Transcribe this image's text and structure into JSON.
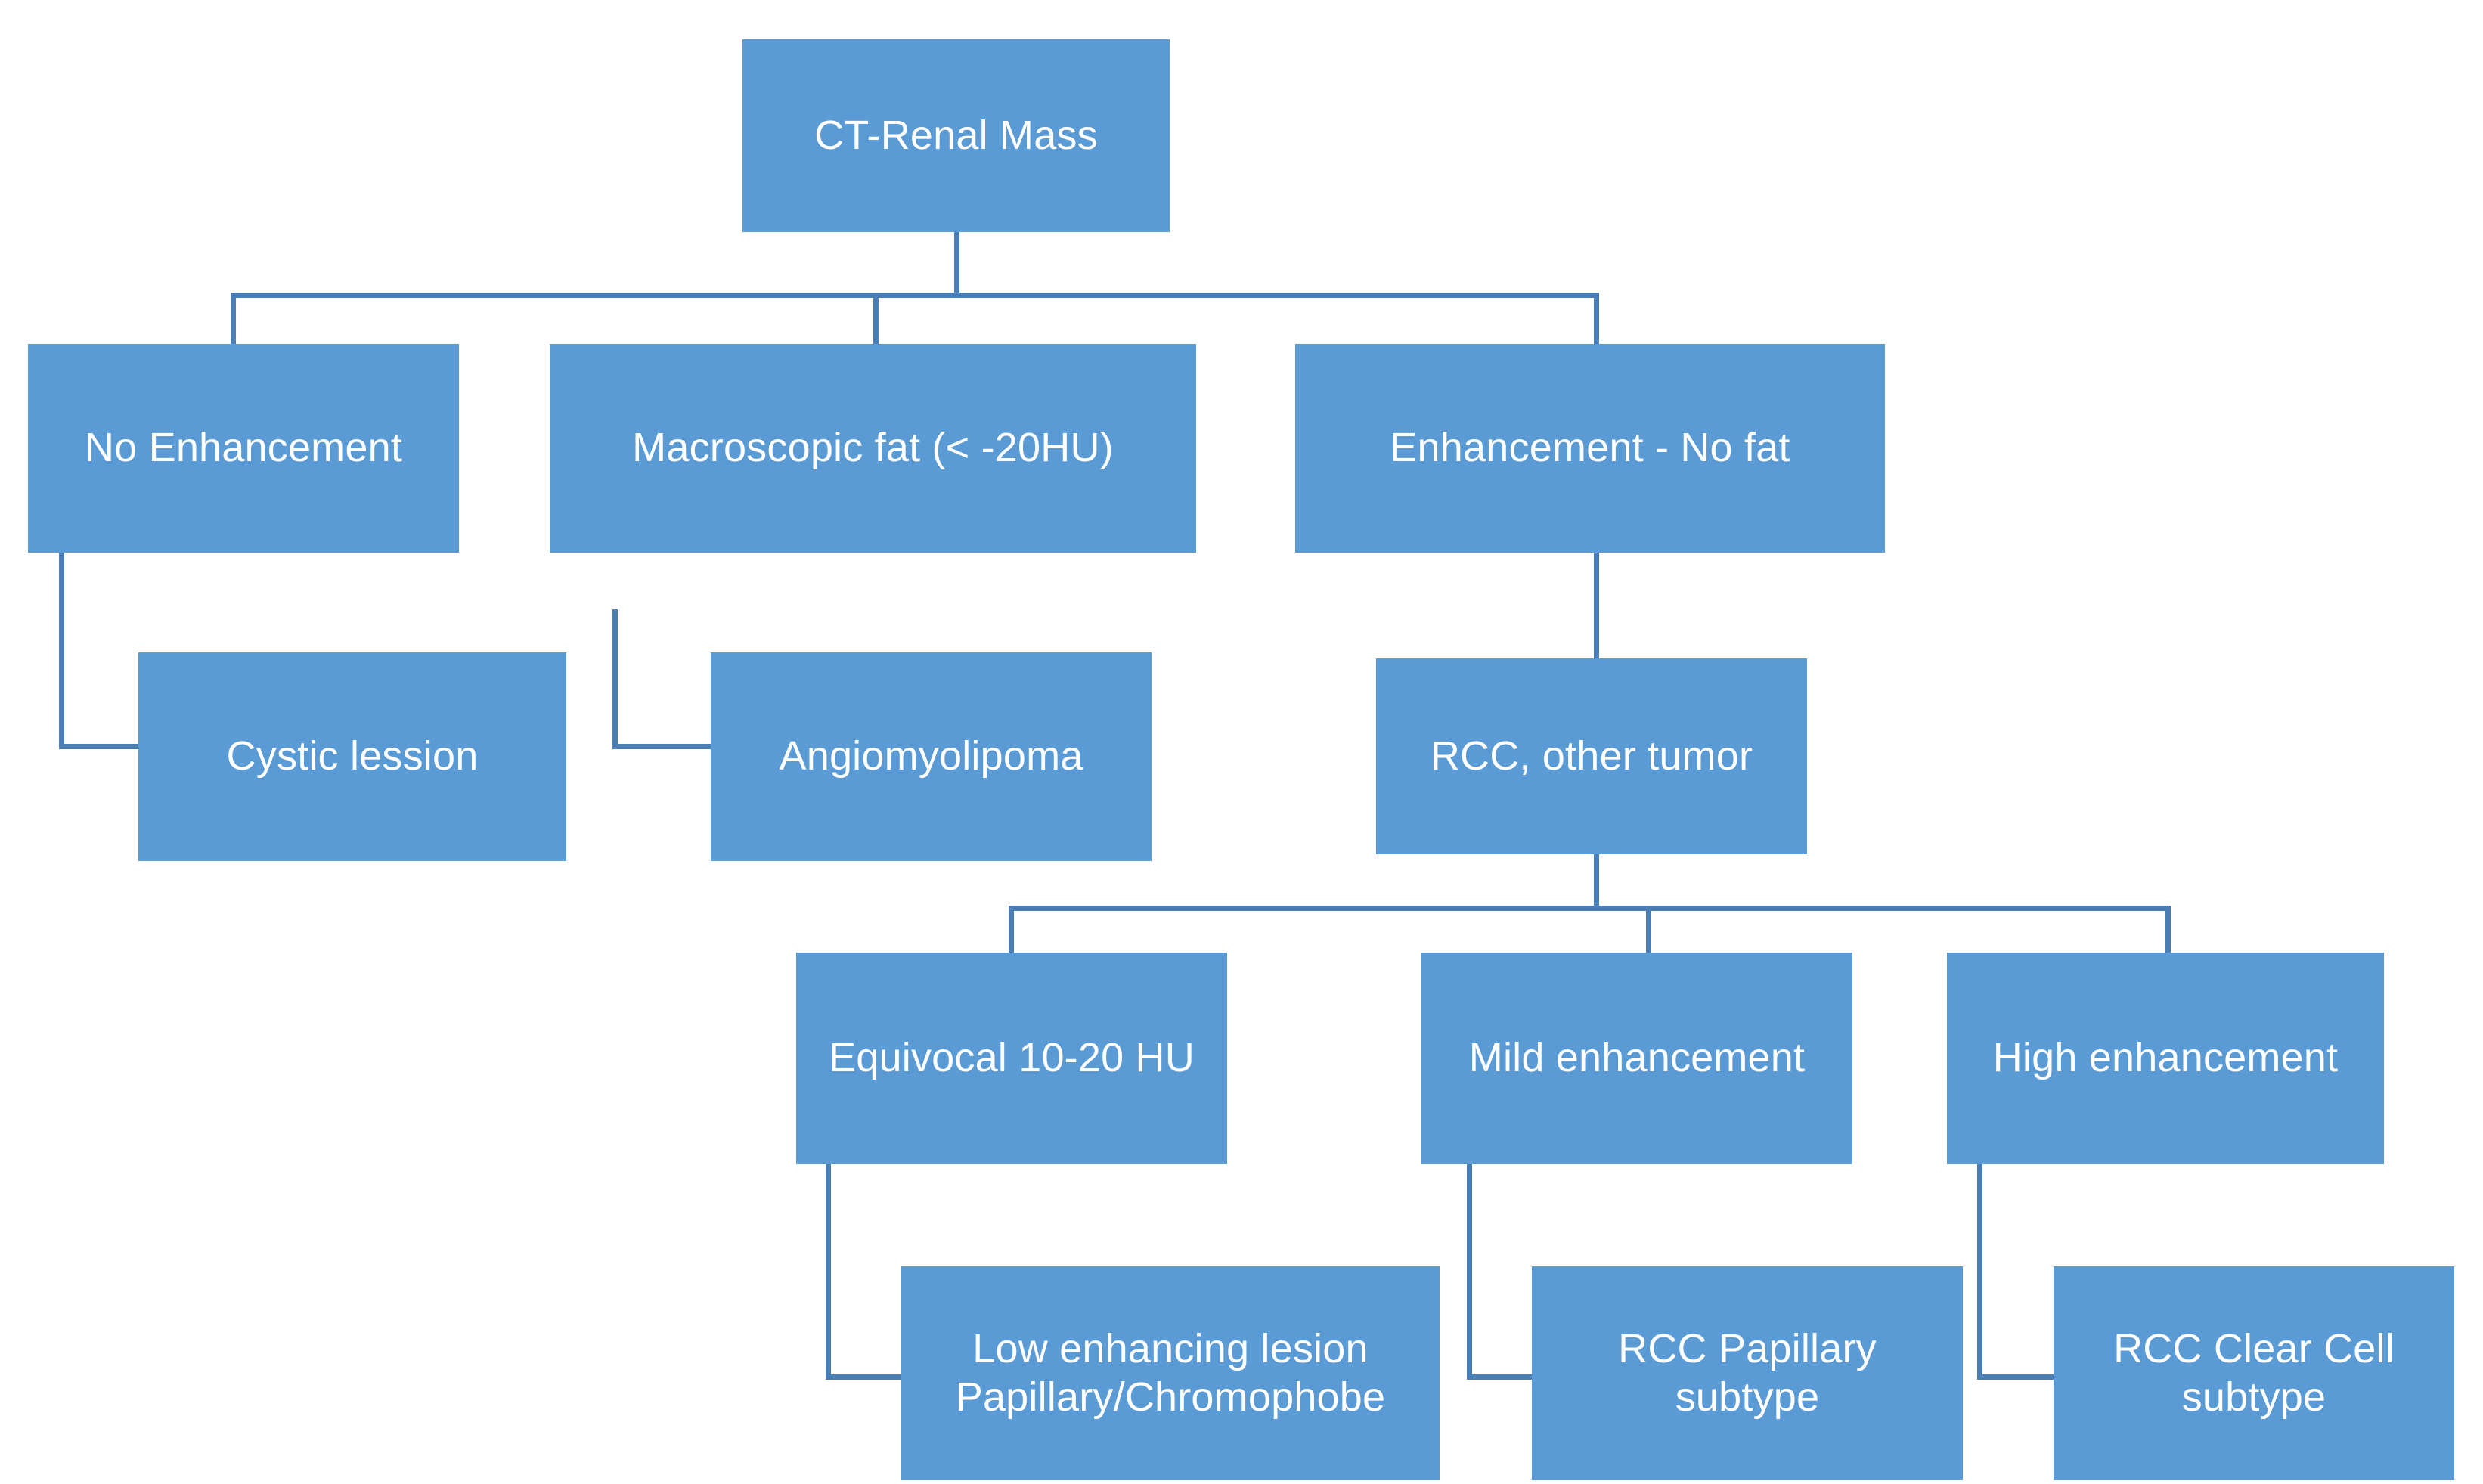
{
  "diagram": {
    "title": "CT-Renal Mass diagnostic flowchart",
    "colors": {
      "node_fill": "#5B9BD5",
      "node_text": "#FFFFFF",
      "connector": "#4A7EB5",
      "background": "#FFFFFF"
    },
    "nodes": {
      "root": "CT-Renal Mass",
      "no_enhancement": "No Enhancement",
      "macroscopic_fat": "Macroscopic fat (< -20HU)",
      "enhancement_no_fat": "Enhancement - No fat",
      "cystic_lesion": "Cystic lession",
      "angiomyolipoma": "Angiomyolipoma",
      "rcc_other_tumor": "RCC, other tumor",
      "equivocal": "Equivocal 10-20 HU",
      "mild_enhancement": "Mild enhancement",
      "high_enhancement": "High enhancement",
      "low_enhancing_lesion": "Low enhancing lesion\nPapillary/Chromophobe",
      "rcc_papillary": "RCC Papillary\nsubtype",
      "rcc_clear_cell": "RCC Clear Cell\nsubtype"
    },
    "chart_data": {
      "type": "table",
      "title": "CT-Renal Mass diagnostic flowchart",
      "structure": "tree",
      "edges": [
        {
          "from": "CT-Renal Mass",
          "to": "No Enhancement"
        },
        {
          "from": "CT-Renal Mass",
          "to": "Macroscopic fat (< -20HU)"
        },
        {
          "from": "CT-Renal Mass",
          "to": "Enhancement - No fat"
        },
        {
          "from": "No Enhancement",
          "to": "Cystic lession"
        },
        {
          "from": "Macroscopic fat (< -20HU)",
          "to": "Angiomyolipoma"
        },
        {
          "from": "Enhancement - No fat",
          "to": "RCC, other tumor"
        },
        {
          "from": "RCC, other tumor",
          "to": "Equivocal 10-20 HU"
        },
        {
          "from": "RCC, other tumor",
          "to": "Mild enhancement"
        },
        {
          "from": "RCC, other tumor",
          "to": "High enhancement"
        },
        {
          "from": "Equivocal 10-20 HU",
          "to": "Low enhancing lesion Papillary/Chromophobe"
        },
        {
          "from": "Mild enhancement",
          "to": "RCC Papillary subtype"
        },
        {
          "from": "High enhancement",
          "to": "RCC Clear Cell subtype"
        }
      ],
      "levels": [
        [
          "CT-Renal Mass"
        ],
        [
          "No Enhancement",
          "Macroscopic fat (< -20HU)",
          "Enhancement - No fat"
        ],
        [
          "Cystic lession",
          "Angiomyolipoma",
          "RCC, other tumor"
        ],
        [
          "Equivocal 10-20 HU",
          "Mild enhancement",
          "High enhancement"
        ],
        [
          "Low enhancing lesion Papillary/Chromophobe",
          "RCC Papillary subtype",
          "RCC Clear Cell subtype"
        ]
      ]
    }
  }
}
